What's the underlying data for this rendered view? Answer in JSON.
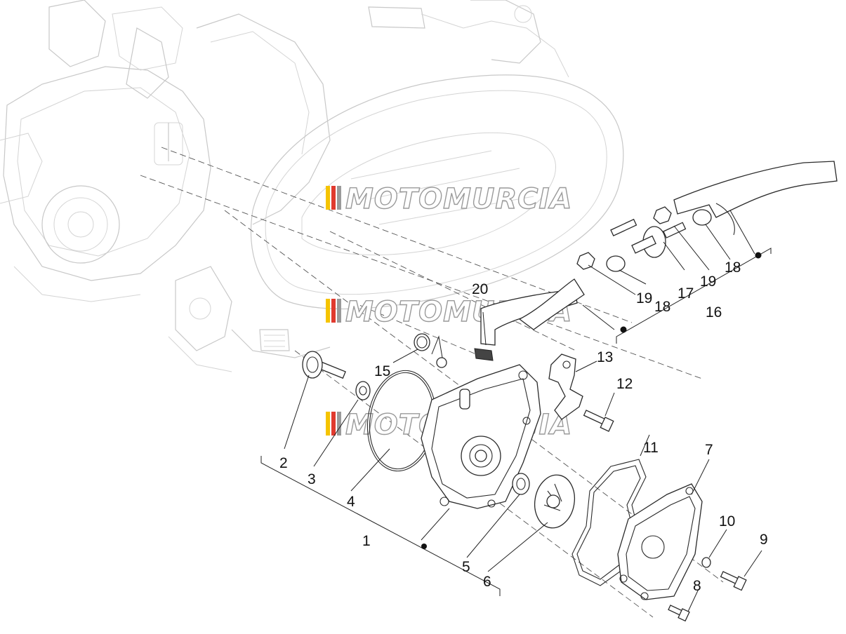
{
  "watermark": {
    "text": "MOTOMURCIA",
    "colors": [
      "#f5c400",
      "#e03a2f",
      "#9a9a9a"
    ]
  },
  "callouts": {
    "c1": "1",
    "c2": "2",
    "c3": "3",
    "c4": "4",
    "c5": "5",
    "c6": "6",
    "c7": "7",
    "c8": "8",
    "c9": "9",
    "c10": "10",
    "c11": "11",
    "c12": "12",
    "c13": "13",
    "c15": "15",
    "c16": "16",
    "c17": "17",
    "c18a": "18",
    "c18b": "18",
    "c19a": "19",
    "c19b": "19",
    "c20": "20"
  }
}
